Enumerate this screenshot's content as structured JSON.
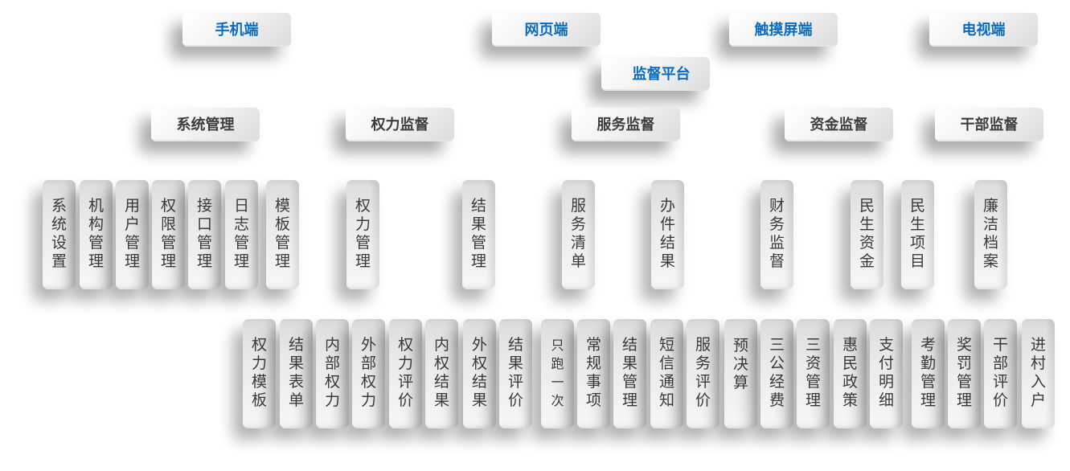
{
  "clients": {
    "mobile": "手机端",
    "web": "网页端",
    "touchscreen": "触摸屏端",
    "tv": "电视端"
  },
  "platform": "监督平台",
  "categories": [
    {
      "label": "系统管理"
    },
    {
      "label": "权力监督"
    },
    {
      "label": "服务监督"
    },
    {
      "label": "资金监督"
    },
    {
      "label": "干部监督"
    }
  ],
  "modules": [
    {
      "label": "系统设置",
      "category": "系统管理"
    },
    {
      "label": "机构管理",
      "category": "系统管理"
    },
    {
      "label": "用户管理",
      "category": "系统管理"
    },
    {
      "label": "权限管理",
      "category": "系统管理"
    },
    {
      "label": "接口管理",
      "category": "系统管理"
    },
    {
      "label": "日志管理",
      "category": "系统管理"
    },
    {
      "label": "模板管理",
      "category": "系统管理"
    },
    {
      "label": "权力管理",
      "category": "权力监督"
    },
    {
      "label": "结果管理",
      "category": "权力监督"
    },
    {
      "label": "服务清单",
      "category": "服务监督"
    },
    {
      "label": "办件结果",
      "category": "服务监督"
    },
    {
      "label": "财务监督",
      "category": "资金监督"
    },
    {
      "label": "民生资金",
      "category": "资金监督"
    },
    {
      "label": "民生项目",
      "category": "资金监督"
    },
    {
      "label": "廉洁档案",
      "category": "干部监督"
    }
  ],
  "functions": [
    {
      "label": "权力模板"
    },
    {
      "label": "结果表单"
    },
    {
      "label": "内部权力"
    },
    {
      "label": "外部权力"
    },
    {
      "label": "权力评价"
    },
    {
      "label": "内权结果"
    },
    {
      "label": "外权结果"
    },
    {
      "label": "结果评价"
    },
    {
      "label": "只跑一次"
    },
    {
      "label": "常规事项"
    },
    {
      "label": "结果管理"
    },
    {
      "label": "短信通知"
    },
    {
      "label": "服务评价"
    },
    {
      "label": "预决算"
    },
    {
      "label": "三公经费"
    },
    {
      "label": "三资管理"
    },
    {
      "label": "惠民政策"
    },
    {
      "label": "支付明细"
    },
    {
      "label": "考勤管理"
    },
    {
      "label": "奖罚管理"
    },
    {
      "label": "干部评价"
    },
    {
      "label": "进村入户"
    }
  ],
  "colors": {
    "client_text": "#0a6cc0",
    "category_text": "#3d3d3d",
    "leaf_text": "#3a3a3a"
  }
}
